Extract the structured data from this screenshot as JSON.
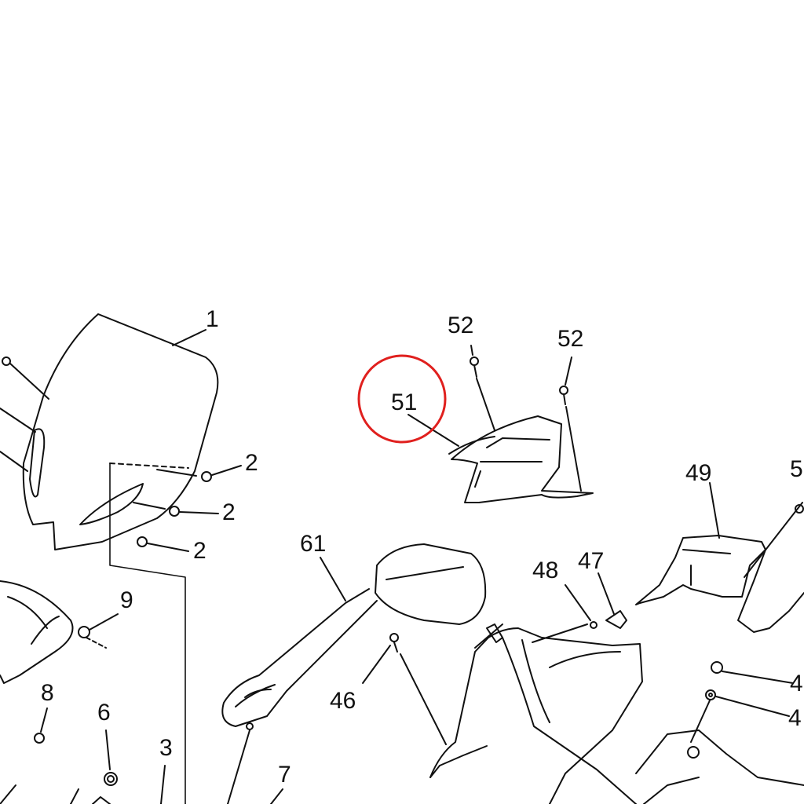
{
  "diagram": {
    "part_numbers": {
      "p1": "1",
      "p2a": "2",
      "p2b": "2",
      "p2c": "2",
      "p3": "3",
      "p6": "6",
      "p7": "7",
      "p8": "8",
      "p9": "9",
      "p46": "46",
      "p47": "47",
      "p48": "48",
      "p49": "49",
      "p51": "51",
      "p52a": "52",
      "p52b": "52",
      "p61": "61",
      "p5x": "5",
      "p4a": "4",
      "p4b": "4"
    },
    "highlight": {
      "target": "51",
      "color": "#e0201e"
    }
  }
}
